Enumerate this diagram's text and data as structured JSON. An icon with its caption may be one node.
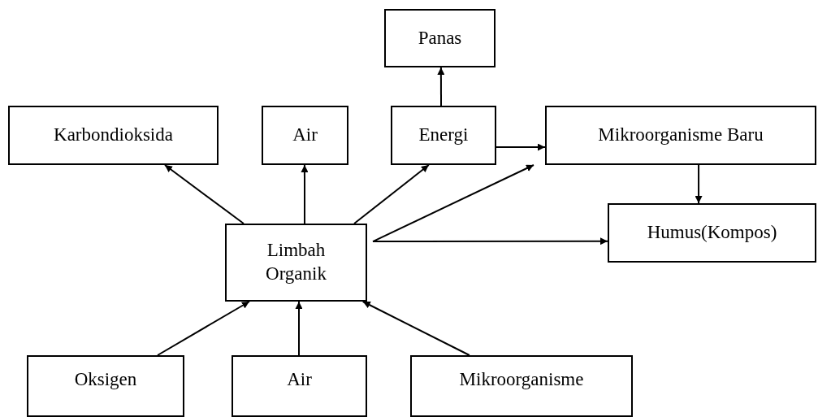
{
  "diagram": {
    "nodes": [
      {
        "text": [
          "Panas"
        ]
      },
      {
        "text": [
          "Karbondioksida"
        ]
      },
      {
        "text": [
          "Air"
        ]
      },
      {
        "text": [
          "Energi"
        ]
      },
      {
        "text": [
          "Mikroorganisme Baru"
        ]
      },
      {
        "text": [
          "Humus(Kompos)"
        ]
      },
      {
        "text": [
          "Limbah Organik"
        ]
      },
      {
        "text": [
          "Oksigen"
        ]
      },
      {
        "text": [
          "Air"
        ]
      },
      {
        "text": [
          "Mikroorganisme"
        ]
      }
    ],
    "edges": [
      {
        "from": 6,
        "to": 1,
        "arrow": "to"
      },
      {
        "from": 6,
        "to": 2,
        "arrow": "to"
      },
      {
        "from": 6,
        "to": 3,
        "arrow": "to"
      },
      {
        "from": 6,
        "to": 4,
        "arrow": "to"
      },
      {
        "from": 6,
        "to": 5,
        "arrow": "to"
      },
      {
        "from": 3,
        "to": 0,
        "arrow": "to"
      },
      {
        "from": 3,
        "to": 4,
        "arrow": "to"
      },
      {
        "from": 4,
        "to": 5,
        "arrow": "to"
      },
      {
        "from": 7,
        "to": 6,
        "arrow": "to"
      },
      {
        "from": 8,
        "to": 6,
        "arrow": "to"
      },
      {
        "from": 9,
        "to": 6,
        "arrow": "to"
      }
    ]
  }
}
